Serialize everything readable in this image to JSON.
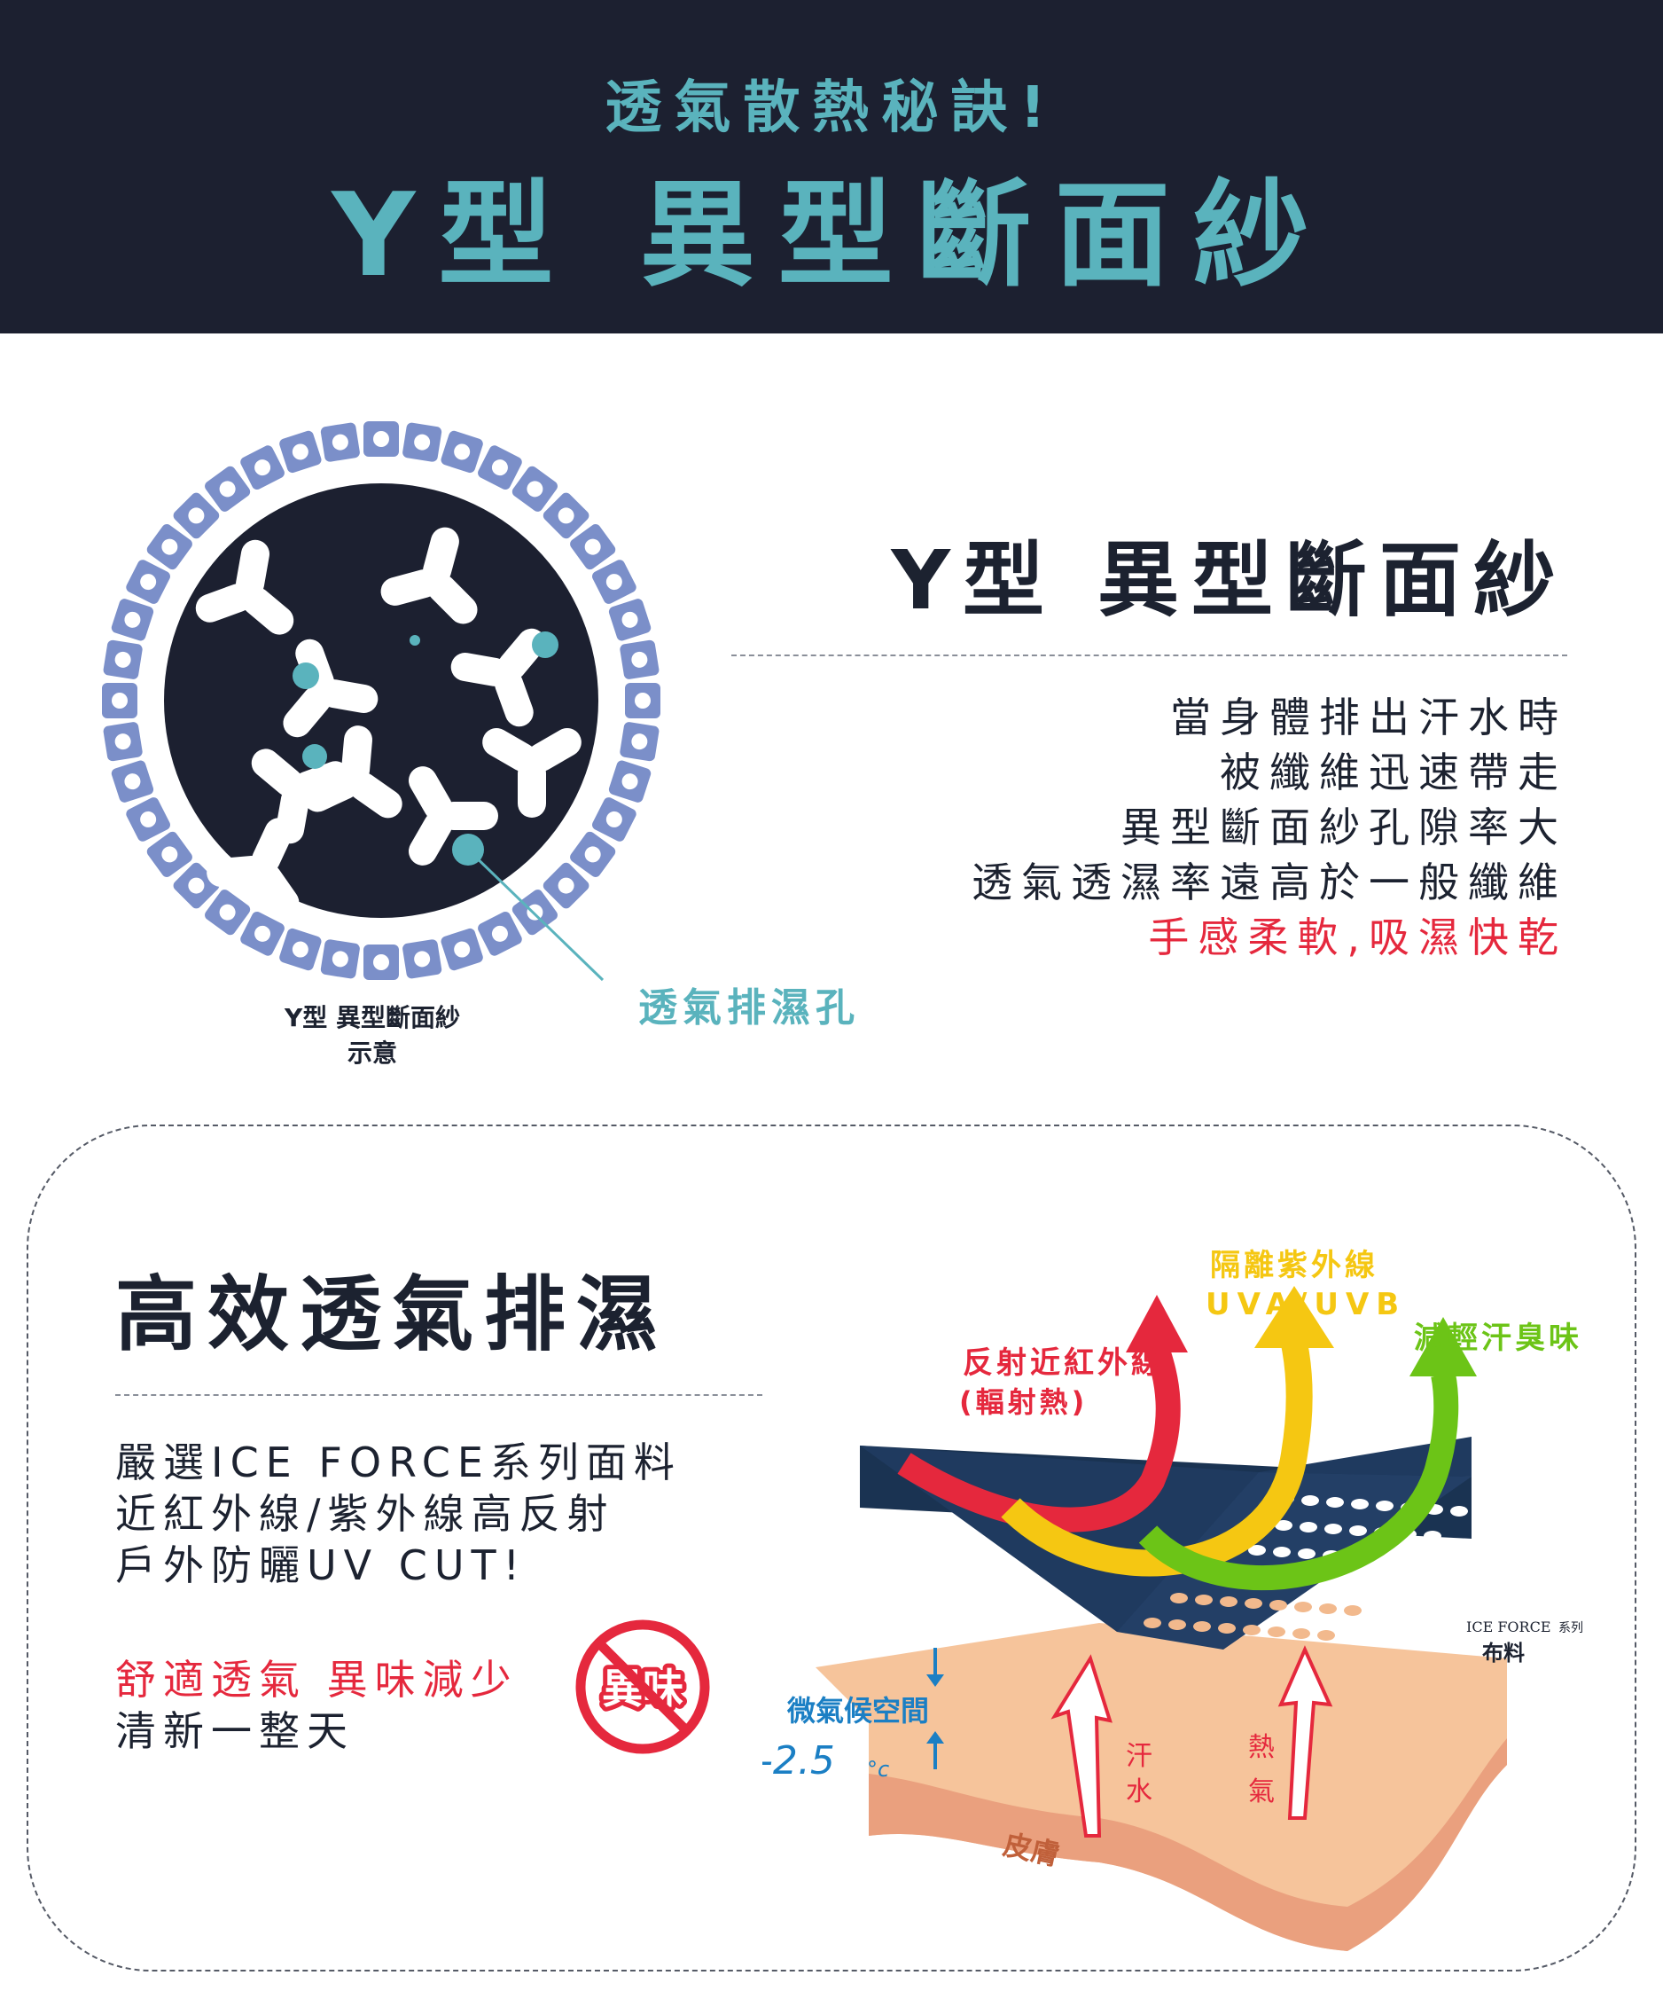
{
  "header": {
    "subtitle": "透氣散熱秘訣!",
    "title": "Y型 異型斷面紗"
  },
  "section1": {
    "diagram_caption_line1": "Y型 異型斷面紗",
    "diagram_caption_line2": "示意",
    "pore_label": "透氣排濕孔",
    "title": "Y型 異型斷面紗",
    "lines": [
      "當身體排出汗水時",
      "被纖維迅速帶走",
      "異型斷面紗孔隙率大",
      "透氣透濕率遠高於一般纖維"
    ],
    "highlight": "手感柔軟,吸濕快乾"
  },
  "section2": {
    "title": "高效透氣排濕",
    "lines": [
      "嚴選ICE FORCE系列面料",
      "近紅外線/紫外線高反射",
      "戶外防曬UV CUT!"
    ],
    "red_line": "舒適透氣 異味減少",
    "dark_line": "清新一整天",
    "odor_badge": "異味"
  },
  "fabric_diagram": {
    "nir_label_1": "反射近紅外線",
    "nir_label_2": "(輻射熱)",
    "uv_label_1": "隔離紫外線",
    "uv_label_2": "UVA/UVB",
    "odor_label": "減輕汗臭味",
    "microclimate_label": "微氣候空間",
    "temperature": "-2.5",
    "temperature_unit": "°c",
    "sweat_1": "汗",
    "sweat_2": "水",
    "heat_1": "熱",
    "heat_2": "氣",
    "skin": "皮膚",
    "brand": "ICE FORCE",
    "brand_suffix": "系列",
    "fabric": "布料"
  },
  "colors": {
    "navy": "#1c2030",
    "teal": "#5ab3bd",
    "periwinkle": "#7b8fc9",
    "red": "#e5283d",
    "yellow": "#f5c712",
    "green": "#6cc417",
    "skin": "#f6c49b",
    "fabric": "#1f3a5f",
    "blue": "#1b7fc4"
  }
}
